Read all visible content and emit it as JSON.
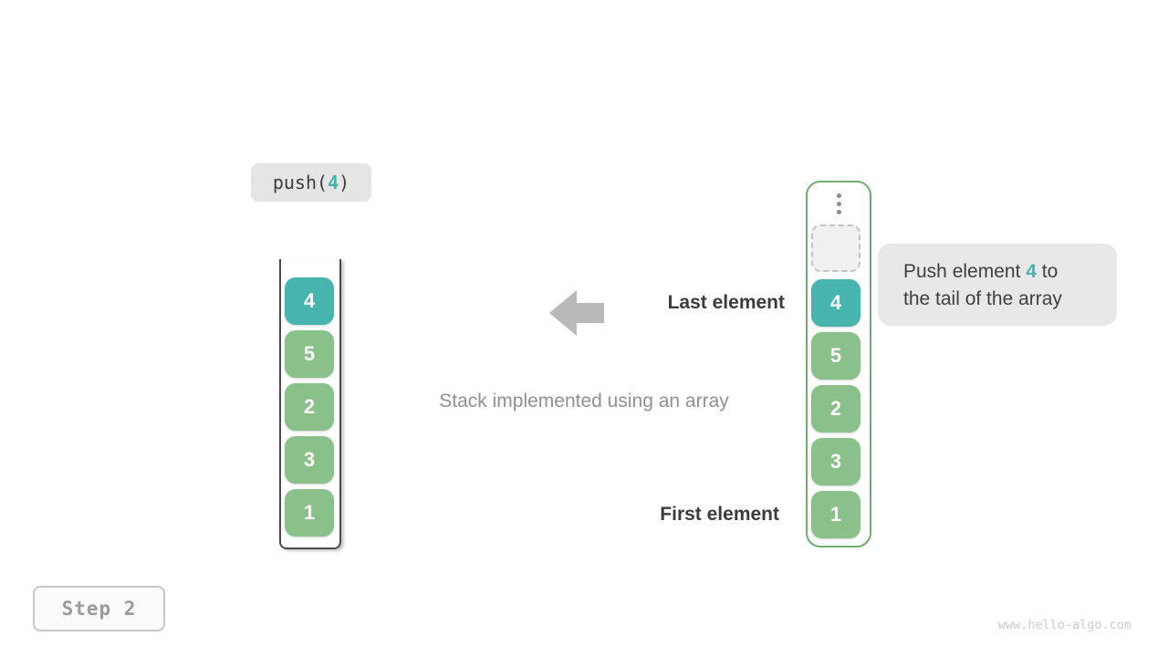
{
  "colors": {
    "teal": "#48b4ae",
    "green": "#8ac08a",
    "container_border": "#6fae6f",
    "arrow": "#b9b9b9"
  },
  "operation": {
    "prefix": "push(",
    "value": "4",
    "suffix": ")"
  },
  "left_stack": {
    "values": [
      "4",
      "5",
      "2",
      "3",
      "1"
    ]
  },
  "right_stack": {
    "values": [
      "4",
      "5",
      "2",
      "3",
      "1"
    ]
  },
  "labels": {
    "last_element": "Last element",
    "first_element": "First element",
    "caption": "Stack implemented using an array"
  },
  "tooltip": {
    "line1_before": "Push element ",
    "line1_highlight": "4",
    "line1_after": " to",
    "line2": "the tail of the array"
  },
  "step_badge": "Step 2",
  "watermark": "www.hello-algo.com"
}
